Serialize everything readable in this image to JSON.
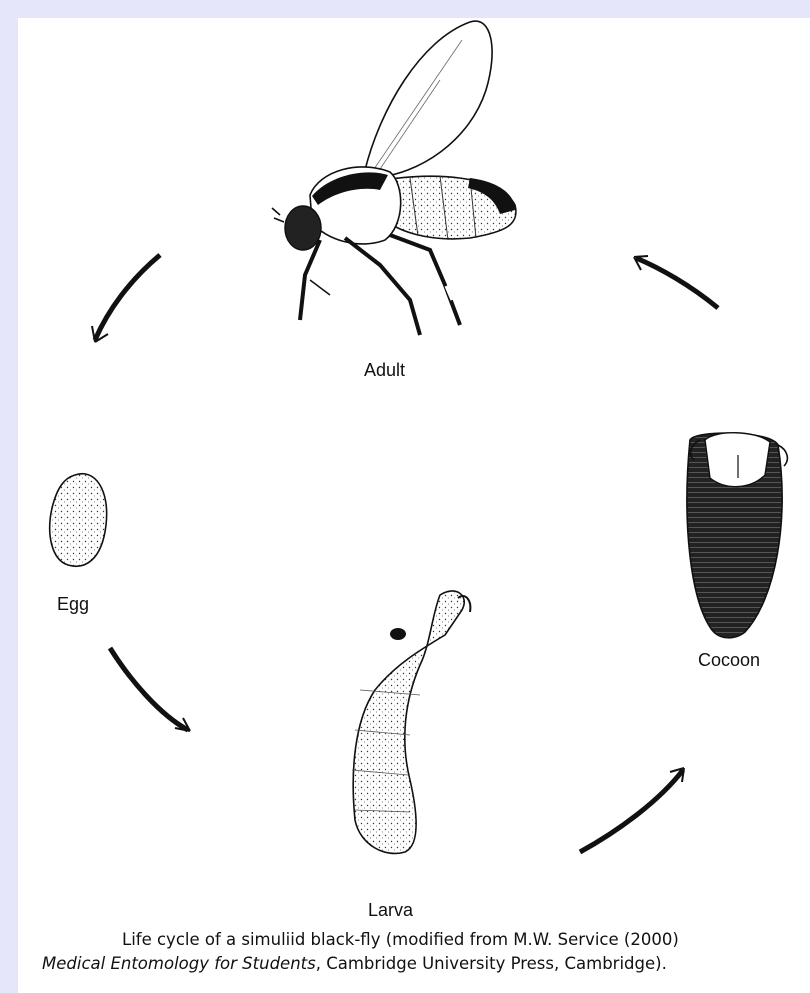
{
  "stages": {
    "adult": "Adult",
    "egg": "Egg",
    "cocoon": "Cocoon",
    "larva": "Larva"
  },
  "caption": {
    "line1": "Life cycle of a simuliid black-fly (modified from M.W. Service (2000)",
    "book_title": "Medical Entomology for Students",
    "line2_rest": ", Cambridge University Press, Cambridge)."
  },
  "icons": [
    "adult-fly-illustration",
    "egg-illustration",
    "larva-illustration",
    "cocoon-illustration",
    "cycle-arrow-icon"
  ],
  "colors": {
    "background": "#e6e6fb",
    "panel": "#ffffff",
    "ink": "#111111"
  }
}
